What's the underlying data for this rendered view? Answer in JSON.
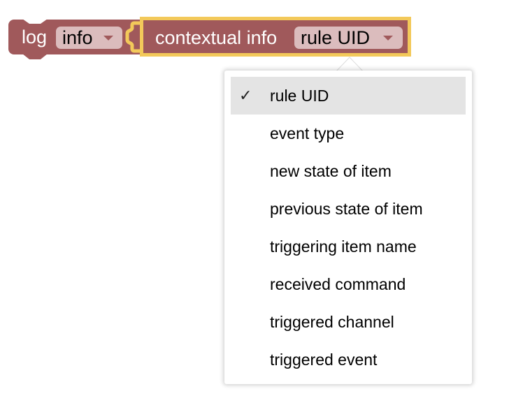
{
  "blocks": {
    "log": {
      "label": "log",
      "level_field": {
        "value": "info"
      }
    },
    "context": {
      "label": "contextual info",
      "field": {
        "value": "rule UID"
      }
    }
  },
  "dropdown": {
    "selected": "rule UID",
    "check_glyph": "✓",
    "items": [
      {
        "label": "rule UID",
        "selected": true
      },
      {
        "label": "event type",
        "selected": false
      },
      {
        "label": "new state of item",
        "selected": false
      },
      {
        "label": "previous state of item",
        "selected": false
      },
      {
        "label": "triggering item name",
        "selected": false
      },
      {
        "label": "received command",
        "selected": false
      },
      {
        "label": "triggered channel",
        "selected": false
      },
      {
        "label": "triggered event",
        "selected": false
      }
    ]
  },
  "colors": {
    "block": "#a0595b",
    "field": "#dbbcbd",
    "selection_highlight": "#f3c95a",
    "menu_selected": "#e4e4e4"
  }
}
